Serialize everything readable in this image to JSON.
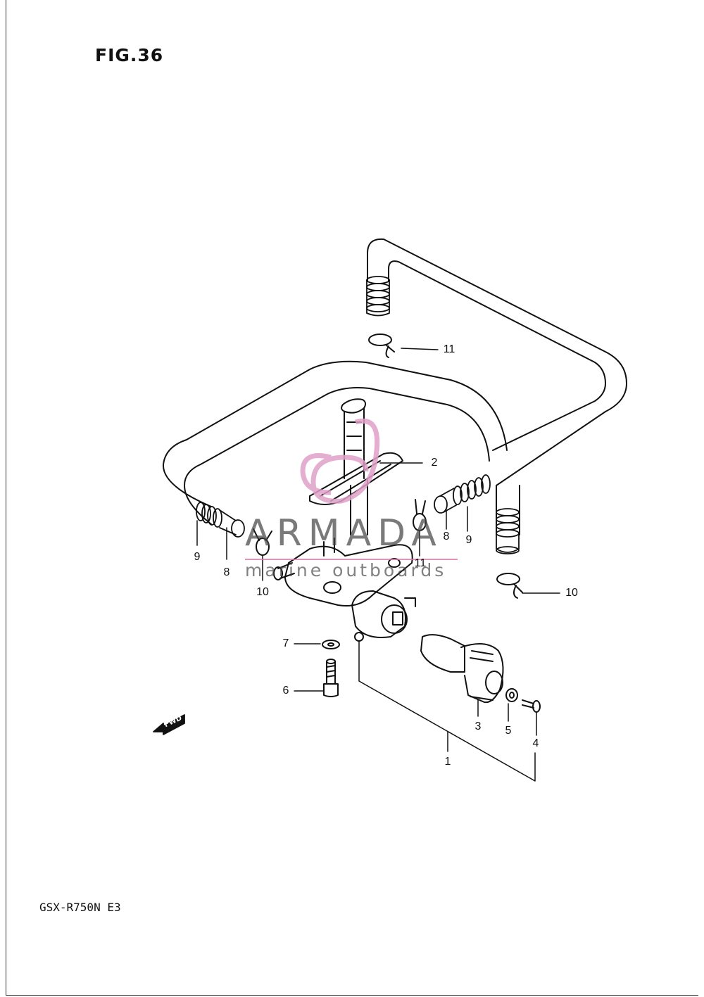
{
  "figure": {
    "title": "FIG.36",
    "model_code": "GSX-R750N E3"
  },
  "watermark": {
    "brand": "ARMADA",
    "tagline": "marine outboards",
    "colors": {
      "accent": "#e0a0c8",
      "text": "#555555"
    }
  },
  "fwd_label": "FWD",
  "callouts": {
    "c11_top": "11",
    "c2": "2",
    "c9_left": "9",
    "c8_left": "8",
    "c10_left": "10",
    "c11_mid": "11",
    "c8_right": "8",
    "c9_right": "9",
    "c10_right": "10",
    "c7": "7",
    "c6": "6",
    "c3": "3",
    "c5": "5",
    "c4": "4",
    "c1": "1"
  }
}
